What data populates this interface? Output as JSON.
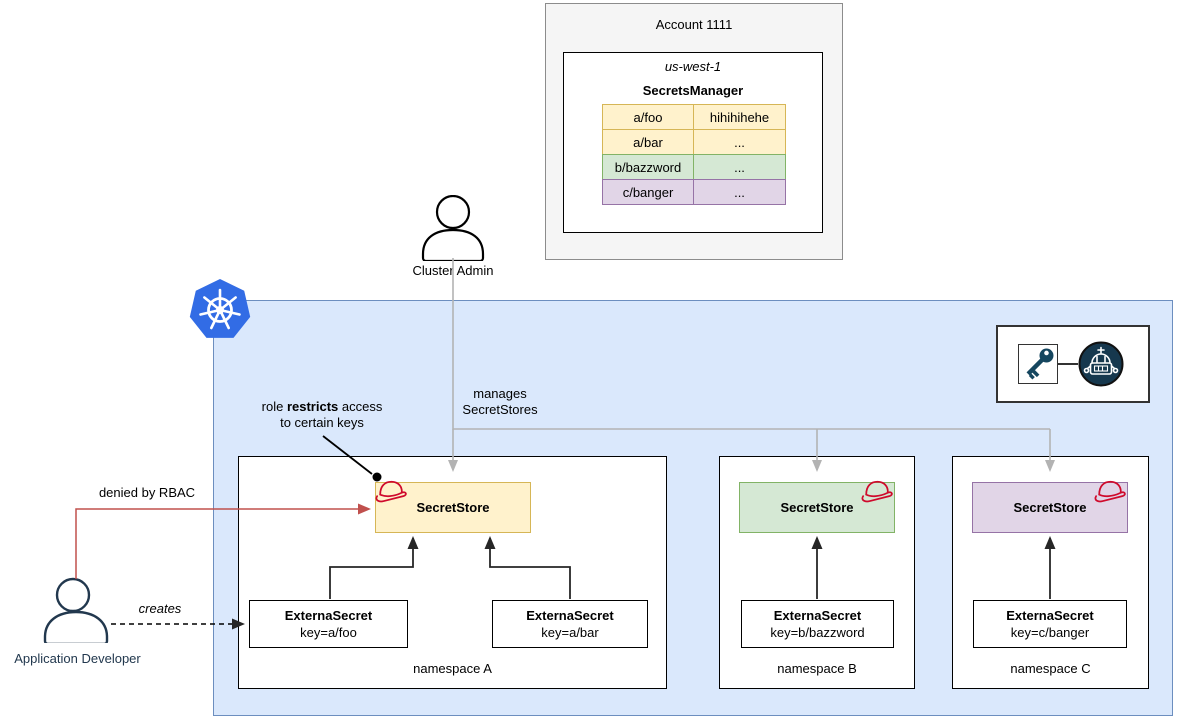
{
  "account": {
    "title": "Account 1111",
    "region": "us-west-1",
    "service": "SecretsManager",
    "secrets": [
      {
        "key": "a/foo",
        "value": "hihihihehe"
      },
      {
        "key": "a/bar",
        "value": "..."
      },
      {
        "key": "b/bazzword",
        "value": "..."
      },
      {
        "key": "c/banger",
        "value": "..."
      }
    ]
  },
  "actors": {
    "cluster_admin": "Cluster Admin",
    "application_developer": "Application Developer"
  },
  "annotations": {
    "manages_line1": "manages",
    "manages_line2": "SecretStores",
    "role_prefix": "role ",
    "role_bold": "restricts",
    "role_suffix": " access",
    "role_line2": "to certain keys",
    "denied": "denied by RBAC",
    "creates": "creates"
  },
  "namespaces": [
    {
      "label": "namespace A",
      "store": "SecretStore",
      "secrets": [
        {
          "title": "ExternaSecret",
          "key": "key=a/foo"
        },
        {
          "title": "ExternaSecret",
          "key": "key=a/bar"
        }
      ]
    },
    {
      "label": "namespace B",
      "store": "SecretStore",
      "secrets": [
        {
          "title": "ExternaSecret",
          "key": "key=b/bazzword"
        }
      ]
    },
    {
      "label": "namespace C",
      "store": "SecretStore",
      "secrets": [
        {
          "title": "ExternaSecret",
          "key": "key=c/banger"
        }
      ]
    }
  ],
  "icons": {
    "kubernetes": "kubernetes-logo",
    "cluster_admin": "user-icon",
    "application_developer": "user-icon",
    "key": "key-icon",
    "robot": "external-secrets-robot-icon",
    "store_hat": "redhat-fedora-icon"
  },
  "colors": {
    "cluster_fill": "#dae8fc",
    "cluster_border": "#6c8ebf",
    "store_yellow_fill": "#fff2cc",
    "store_yellow_border": "#d6b656",
    "store_green_fill": "#d5e8d4",
    "store_green_border": "#82b366",
    "store_purple_fill": "#e1d5e7",
    "store_purple_border": "#9673a6",
    "denied_arrow": "#c0504d",
    "manages_arrow": "#b3b3b3",
    "kubernetes_blue": "#326ce5",
    "icon_navy": "#16384e"
  }
}
